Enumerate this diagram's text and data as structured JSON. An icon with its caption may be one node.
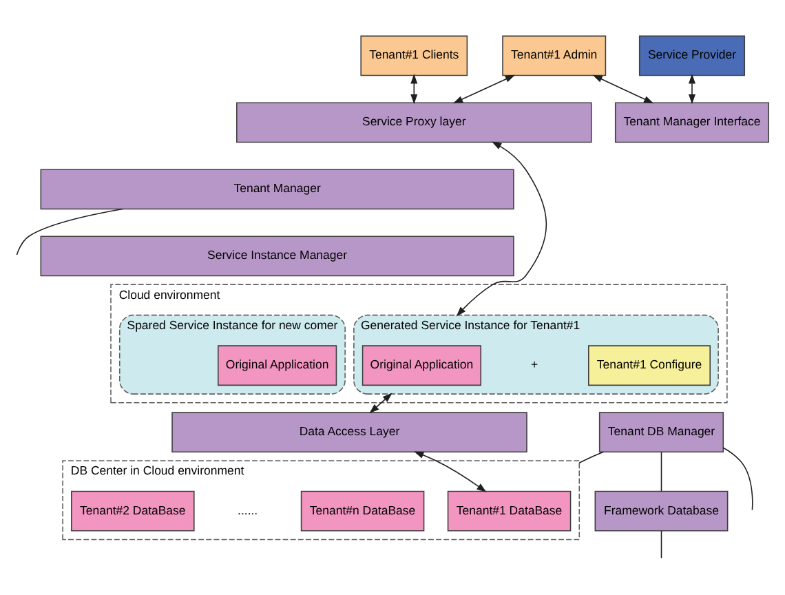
{
  "diagram": {
    "nodes": [
      {
        "text": [
          "Tenant#1 Clients"
        ]
      },
      {
        "text": [
          "Tenant#1 Admin"
        ]
      },
      {
        "text": [
          "Service Provider"
        ]
      },
      {
        "text": [
          "Service Proxy layer"
        ]
      },
      {
        "text": [
          "Tenant Manager Interface"
        ]
      },
      {
        "text": [
          "Tenant Manager"
        ]
      },
      {
        "text": [
          "Service Instance Manager"
        ]
      },
      {
        "text": [
          "Cloud environment"
        ]
      },
      {
        "text": [
          "Generated Service Instance for Tenant#1"
        ],
        "in": 7
      },
      {
        "text": [
          "Original Application"
        ],
        "in": 8
      },
      {
        "text": [
          "Tenant#1 Configure"
        ],
        "in": 8
      },
      {
        "text": [
          "Spared Service Instance for new comer"
        ],
        "in": 7
      },
      {
        "text": [
          "Original Application"
        ],
        "in": 11
      },
      {
        "text": [
          "Data Access Layer"
        ]
      },
      {
        "text": [
          "Tenant DB Manager"
        ]
      },
      {
        "text": [
          "DB Center in Cloud environment"
        ]
      },
      {
        "text": [
          "Tenant#1 DataBase"
        ],
        "in": 15
      },
      {
        "text": [
          "Tenant#2 DataBase"
        ],
        "in": 15
      },
      {
        "text": [
          "Tenant#n DataBase"
        ],
        "in": 15
      },
      {
        "text": [
          "Framework Database"
        ]
      }
    ],
    "edges": [
      {
        "from": 0,
        "to": 3,
        "arrow": "both"
      },
      {
        "from": 1,
        "to": 3,
        "arrow": "both"
      },
      {
        "from": 1,
        "to": 4,
        "arrow": "both"
      },
      {
        "from": 2,
        "to": 4,
        "arrow": "both"
      },
      {
        "from": 3,
        "to": 8,
        "arrow": "both"
      },
      {
        "from": 8,
        "to": 13,
        "arrow": "both"
      },
      {
        "from": 13,
        "to": 16,
        "arrow": "both"
      },
      {
        "from": 14,
        "to": 15,
        "arrow": "none"
      },
      {
        "from": 14,
        "to": 19,
        "arrow": "none"
      },
      {
        "from": 5,
        "to": null,
        "arrow": "none"
      },
      {
        "from": 14,
        "to": null,
        "arrow": "none"
      },
      {
        "from": 19,
        "to": null,
        "arrow": "none"
      }
    ],
    "labels": [
      "+",
      "......"
    ]
  }
}
